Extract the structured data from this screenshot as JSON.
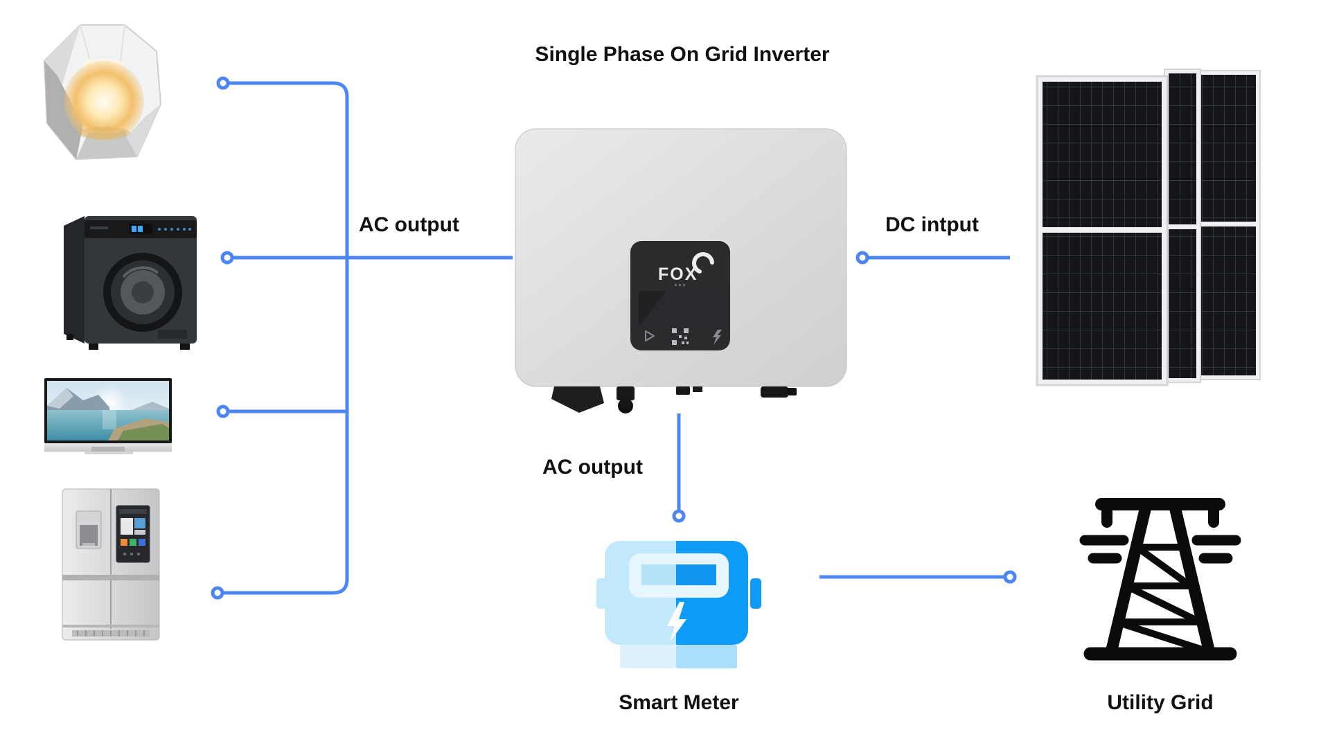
{
  "title": "Single Phase On Grid Inverter",
  "labels": {
    "ac_output_left": "AC output",
    "dc_input": "DC intput",
    "ac_output_bottom": "AC output",
    "smart_meter": "Smart Meter",
    "utility_grid": "Utility Grid"
  },
  "inverter": {
    "brand": "FOX"
  },
  "colors": {
    "background": "#ffffff",
    "line_blue": "#4C86F3",
    "text": "#111111",
    "meter_light_blue": "#C2E8FB",
    "meter_bright_blue": "#0F9CF8",
    "tower_black": "#0B0B0B",
    "inverter_body_gray": "#D7D8DA",
    "inverter_panel_dark": "#2B2B2E",
    "solar_cell_dark": "#141518",
    "solar_frame": "#EFF0F1"
  },
  "icons": {
    "left_appliances": [
      "table-lamp",
      "washing-machine",
      "television",
      "refrigerator"
    ],
    "center": "inverter-photo",
    "right": "solar-panel-array",
    "bottom_left": "smart-meter-icon",
    "bottom_right": "utility-grid-icon"
  }
}
